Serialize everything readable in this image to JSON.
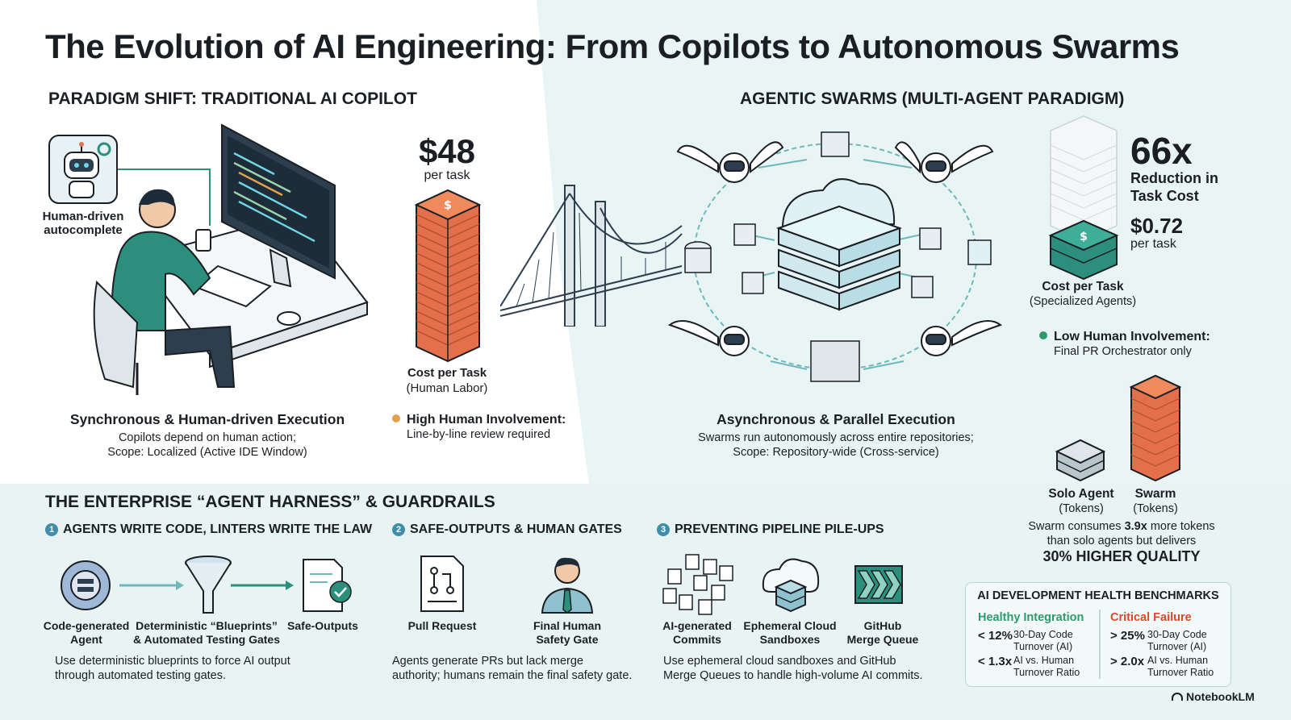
{
  "title": "The Evolution of AI Engineering: From Copilots to Autonomous Swarms",
  "colors": {
    "accent_orange": "#e3704a",
    "accent_teal": "#2c8f7e",
    "accent_blue": "#3f8da8",
    "critical_red": "#d9482b",
    "healthy_green": "#2f9a6b"
  },
  "traditional": {
    "heading": "PARADIGM SHIFT: TRADITIONAL AI COPILOT",
    "robot_caption_line1": "Human-driven",
    "robot_caption_line2": "autocomplete",
    "cost_value": "$48",
    "cost_unit": "per task",
    "cost_label": "Cost per Task",
    "cost_sub": "(Human Labor)",
    "exec_title": "Synchronous & Human-driven Execution",
    "exec_line1": "Copilots depend on human action;",
    "exec_line2": "Scope: Localized (Active IDE Window)",
    "involvement_title": "High Human Involvement:",
    "involvement_sub": "Line-by-line review required"
  },
  "swarm": {
    "heading": "AGENTIC SWARMS (MULTI-AGENT PARADIGM)",
    "reduction_value": "66x",
    "reduction_line1": "Reduction in",
    "reduction_line2": "Task Cost",
    "cost_value": "$0.72",
    "cost_unit": "per task",
    "cost_label": "Cost per Task",
    "cost_sub": "(Specialized Agents)",
    "involvement_title": "Low Human Involvement:",
    "involvement_sub": "Final PR Orchestrator only",
    "exec_title": "Asynchronous & Parallel Execution",
    "exec_line1": "Swarms run autonomously across entire repositories;",
    "exec_line2": "Scope: Repository-wide (Cross-service)",
    "solo_label": "Solo Agent",
    "solo_sub": "(Tokens)",
    "swarm_label": "Swarm",
    "swarm_sub": "(Tokens)",
    "tokens_line1_pre": "Swarm consumes ",
    "tokens_line1_bold": "3.9x",
    "tokens_line1_post": " more tokens",
    "tokens_line2": "than solo agents but delivers",
    "quality": "30% HIGHER QUALITY"
  },
  "harness": {
    "heading": "THE ENTERPRISE “AGENT HARNESS” & GUARDRAILS",
    "col1": {
      "num": "1",
      "title": "AGENTS WRITE CODE, LINTERS WRITE THE LAW",
      "item1_line1": "Code-generated",
      "item1_line2": "Agent",
      "item2_line1": "Deterministic “Blueprints”",
      "item2_line2": "& Automated Testing Gates",
      "item3_line1": "Safe-Outputs",
      "desc_line1": "Use deterministic blueprints to force AI output",
      "desc_line2": "through automated testing gates."
    },
    "col2": {
      "num": "2",
      "title": "SAFE-OUTPUTS & HUMAN GATES",
      "item1_line1": "Pull Request",
      "item2_line1": "Final Human",
      "item2_line2": "Safety Gate",
      "desc_line1": "Agents generate PRs but lack merge",
      "desc_line2": "authority; humans remain the final safety gate."
    },
    "col3": {
      "num": "3",
      "title": "PREVENTING PIPELINE PILE-UPS",
      "item1_line1": "AI-generated",
      "item1_line2": "Commits",
      "item2_line1": "Ephemeral Cloud",
      "item2_line2": "Sandboxes",
      "item3_line1": "GitHub",
      "item3_line2": "Merge Queue",
      "desc_line1": "Use ephemeral cloud sandboxes and GitHub",
      "desc_line2": "Merge Queues to handle high-volume AI commits."
    }
  },
  "benchmarks": {
    "title": "AI DEVELOPMENT HEALTH BENCHMARKS",
    "healthy": {
      "label": "Healthy Integration",
      "row1_value": "< 12%",
      "row1_line1": "30-Day Code",
      "row1_line2": "Turnover (AI)",
      "row2_value": "< 1.3x",
      "row2_line1": "AI vs. Human",
      "row2_line2": "Turnover Ratio"
    },
    "critical": {
      "label": "Critical Failure",
      "row1_value": "> 25%",
      "row1_line1": "30-Day Code",
      "row1_line2": "Turnover (AI)",
      "row2_value": "> 2.0x",
      "row2_line1": "AI vs. Human",
      "row2_line2": "Turnover Ratio"
    }
  },
  "branding": "NotebookLM"
}
